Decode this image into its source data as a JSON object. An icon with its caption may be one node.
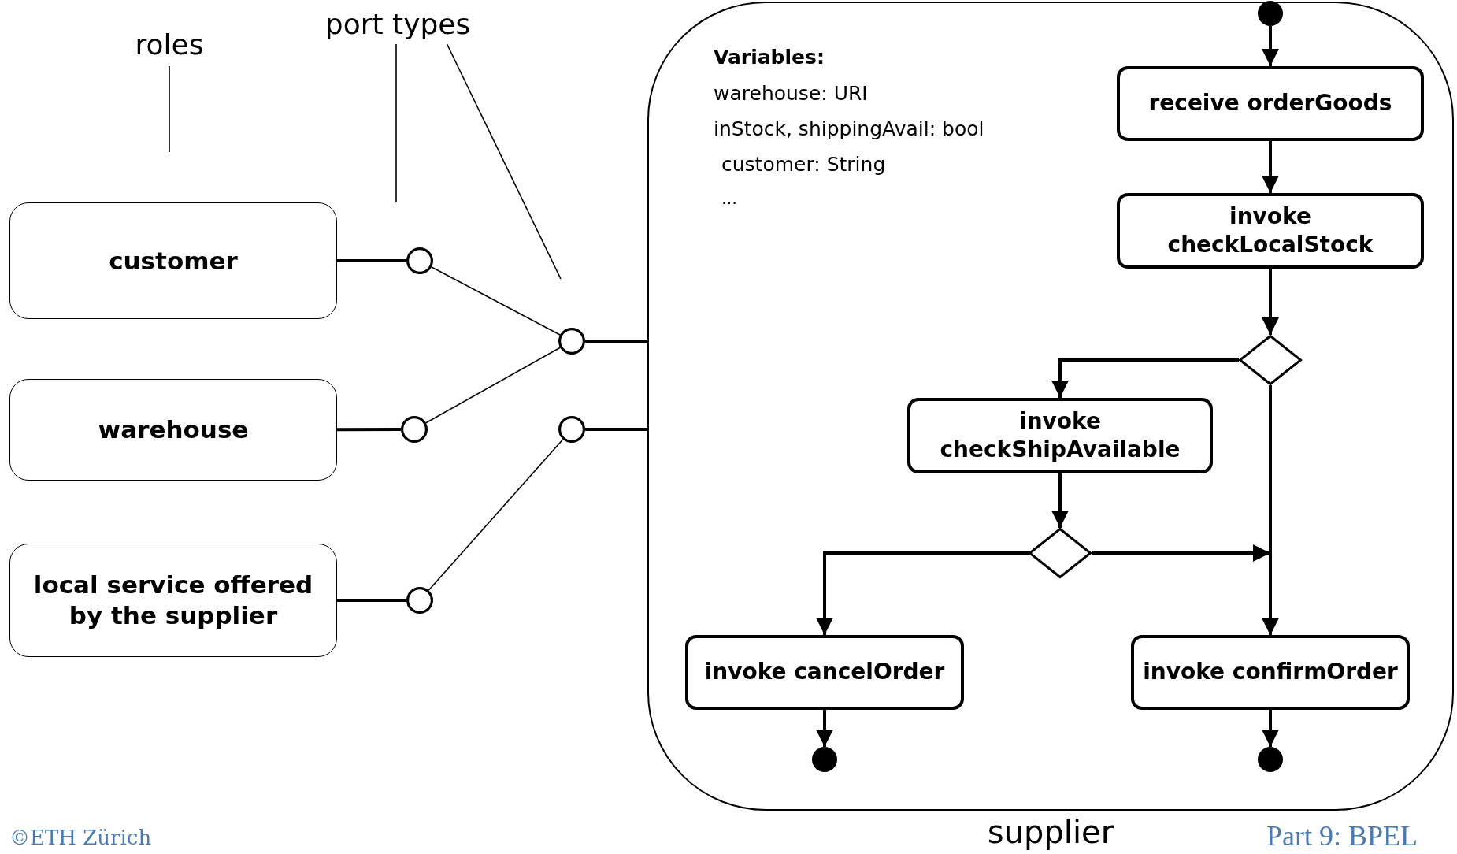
{
  "diagram": {
    "nodes": [
      {
        "text": [
          "roles"
        ]
      },
      {
        "text": [
          "port types"
        ]
      },
      {
        "text": [
          "customer"
        ]
      },
      {
        "text": [
          "warehouse"
        ]
      },
      {
        "text": [
          "local service offered by the supplier"
        ]
      },
      {
        "text": [],
        "shape": "circle"
      },
      {
        "text": [],
        "shape": "circle"
      },
      {
        "text": [],
        "shape": "circle"
      },
      {
        "text": [],
        "shape": "circle"
      },
      {
        "text": [],
        "shape": "circle"
      },
      {
        "text": [
          "supplier"
        ]
      },
      {
        "text": [],
        "shape": "dot",
        "in": 10
      },
      {
        "text": [
          "receive orderGoods"
        ],
        "in": 10
      },
      {
        "text": [
          "invoke checkLocalStock"
        ],
        "in": 10
      },
      {
        "text": [],
        "shape": "diamond",
        "in": 10
      },
      {
        "text": [
          "invoke checkShipAvailable"
        ],
        "in": 10
      },
      {
        "text": [],
        "shape": "diamond",
        "in": 10
      },
      {
        "text": [
          "invoke cancelOrder"
        ],
        "in": 10
      },
      {
        "text": [
          "invoke confirmOrder"
        ],
        "in": 10
      },
      {
        "text": [],
        "shape": "dot",
        "in": 10
      },
      {
        "text": [],
        "shape": "dot",
        "in": 10
      }
    ],
    "edges": [
      {
        "from": 2,
        "to": 5,
        "arrow": "none"
      },
      {
        "from": 3,
        "to": 6,
        "arrow": "none"
      },
      {
        "from": 4,
        "to": 7,
        "arrow": "none"
      },
      {
        "from": 5,
        "to": 8,
        "arrow": "none"
      },
      {
        "from": 6,
        "to": 8,
        "arrow": "none"
      },
      {
        "from": 7,
        "to": 9,
        "arrow": "none"
      },
      {
        "from": 8,
        "to": 10,
        "arrow": "none"
      },
      {
        "from": 9,
        "to": 10,
        "arrow": "none"
      },
      {
        "from": 0,
        "to": null,
        "arrow": "none"
      },
      {
        "from": 1,
        "to": null,
        "arrow": "none"
      },
      {
        "from": 1,
        "to": null,
        "arrow": "none"
      },
      {
        "from": 11,
        "to": 12,
        "arrow": "to"
      },
      {
        "from": 12,
        "to": 13,
        "arrow": "to"
      },
      {
        "from": 13,
        "to": 14,
        "arrow": "to"
      },
      {
        "from": 14,
        "to": 15,
        "arrow": "to"
      },
      {
        "from": 14,
        "to": 18,
        "arrow": "to"
      },
      {
        "from": 15,
        "to": 16,
        "arrow": "to"
      },
      {
        "from": 16,
        "to": 17,
        "arrow": "to"
      },
      {
        "from": 16,
        "to": 18,
        "arrow": "to"
      },
      {
        "from": 17,
        "to": 19,
        "arrow": "to"
      },
      {
        "from": 18,
        "to": 20,
        "arrow": "to"
      }
    ],
    "labels": [
      "Variables:",
      "warehouse: URI",
      "inStock, shippingAvail: bool",
      "customer: String",
      "…",
      "©ETH Zürich",
      "Part 9: BPEL"
    ]
  }
}
